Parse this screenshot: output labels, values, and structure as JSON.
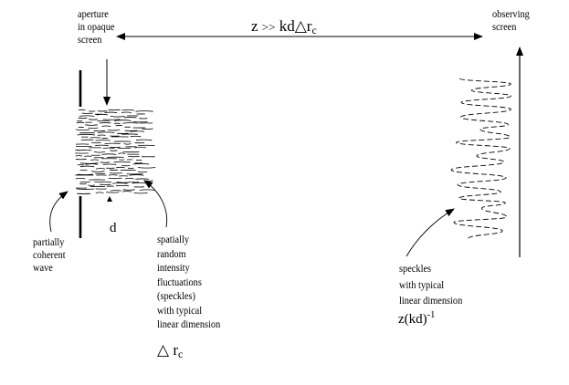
{
  "labels": {
    "aperture": [
      "aperture",
      "in opaque",
      "screen"
    ],
    "observing": [
      "observing",
      "screen"
    ],
    "distance_relation": {
      "z": "z",
      "op": ">>",
      "kd": "kd",
      "delta": "△",
      "r": "r",
      "r_sub": "c"
    },
    "aperture_width": "d",
    "partially_coherent": [
      "partially",
      "coherent",
      "wave"
    ],
    "near_field": [
      "spatially",
      "random",
      "intensity",
      "fluctuations",
      "(speckles)",
      "with typical",
      "linear dimension"
    ],
    "near_field_size": {
      "delta": "△",
      "r": "r",
      "sub": "c"
    },
    "far_field": [
      "speckles",
      "with typical",
      "linear dimension"
    ],
    "far_field_size": {
      "base": "z(kd)",
      "sup": "-1"
    }
  }
}
